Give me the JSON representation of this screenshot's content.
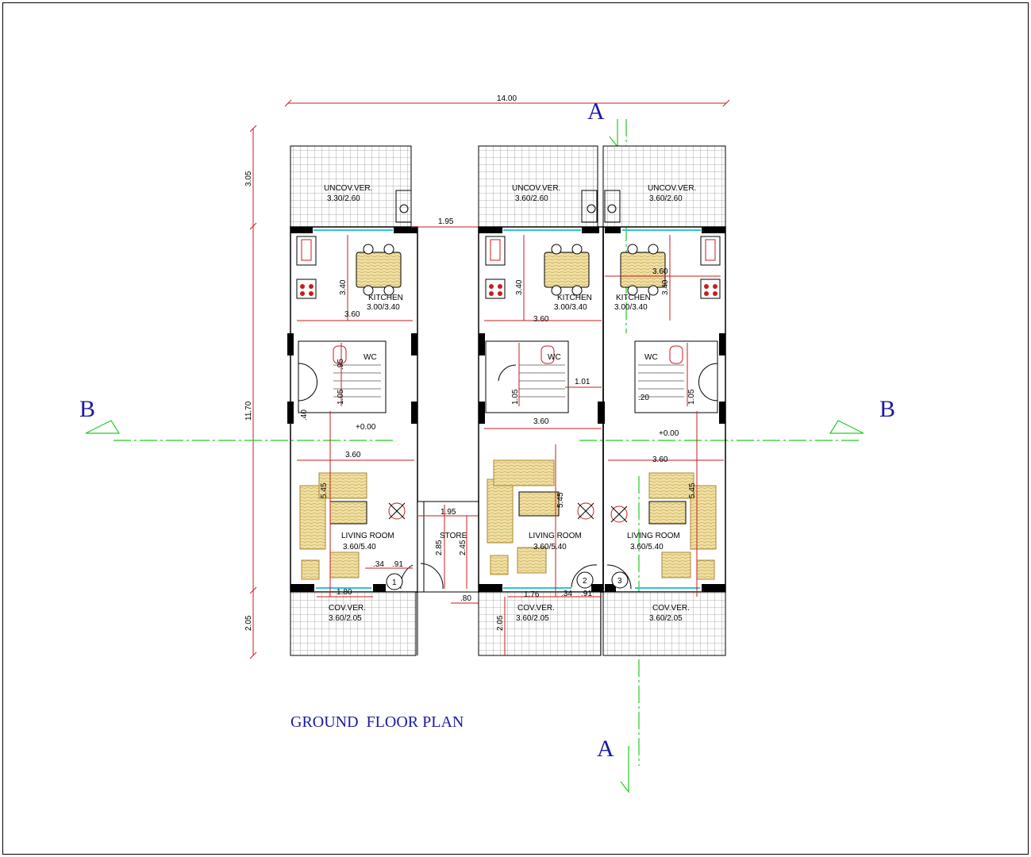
{
  "title": "GROUND  FLOOR PLAN",
  "section_labels": {
    "a_top": "A",
    "a_bottom": "A",
    "b_left": "B",
    "b_right": "B"
  },
  "overall": {
    "width": "14.00",
    "vert_top": "3.05",
    "vert_mid": "11.70",
    "vert_bot": "2.05"
  },
  "gap_dim": "1.95",
  "store": {
    "name": "STORE",
    "dim_w": "1.95",
    "dim_h1": "2.85",
    "dim_h2": "2.45",
    "door": ".80"
  },
  "units": [
    {
      "number": "1",
      "uncov": "UNCOV.VER.",
      "uncov_size": "3.30/2.60",
      "kitchen": "KITCHEN",
      "kitchen_size": "3.00/3.40",
      "kitchen_w": "3.60",
      "kitchen_h": "3.40",
      "wc": "WC",
      "level": "+0.00",
      "stair_w": "1.05",
      "d1": ".95",
      "d2": ".40",
      "living": "LIVING  ROOM",
      "living_size": "3.60/5.40",
      "living_w": "3.60",
      "living_h": "5.45",
      "cov": "COV.VER.",
      "cov_size": "3.60/2.05",
      "d3": "1.80",
      "d4": ".34",
      "d5": ".91"
    },
    {
      "number": "2",
      "uncov": "UNCOV.VER.",
      "uncov_size": "3.60/2.60",
      "kitchen": "KITCHEN",
      "kitchen_size": "3.00/3.40",
      "kitchen_w": "3.60",
      "kitchen_h": "3.40",
      "wc": "WC",
      "stair_w": "1.05",
      "d1": "1.01",
      "d2": "3.60",
      "living": "LIVING  ROOM",
      "living_size": "3.60/5.40",
      "living_h": "5.45",
      "cov": "COV.VER.",
      "cov_size": "3.60/2.05",
      "d3": "1.76",
      "d4": ".34",
      "d5": ".91",
      "d6": "2.05"
    },
    {
      "number": "3",
      "uncov": "UNCOV.VER.",
      "uncov_size": "3.60/2.60",
      "kitchen": "KITCHEN",
      "kitchen_size": "3.00/3.40",
      "kitchen_w": "3.60",
      "kitchen_h": "3.40",
      "wc": "WC",
      "level": "+0.00",
      "stair_w": "1.05",
      "d2": ".20",
      "living": "LIVING  ROOM",
      "living_size": "3.60/5.40",
      "living_w": "3.60",
      "living_h": "5.45",
      "cov": "COV.VER.",
      "cov_size": "3.60/2.05"
    }
  ],
  "colors": {
    "wall": "#000000",
    "dimension": "#c81e1e",
    "section": "#22cc22",
    "window": "#2fc4d8",
    "furniture": "#e8d080",
    "label": "#1a1aa6"
  }
}
